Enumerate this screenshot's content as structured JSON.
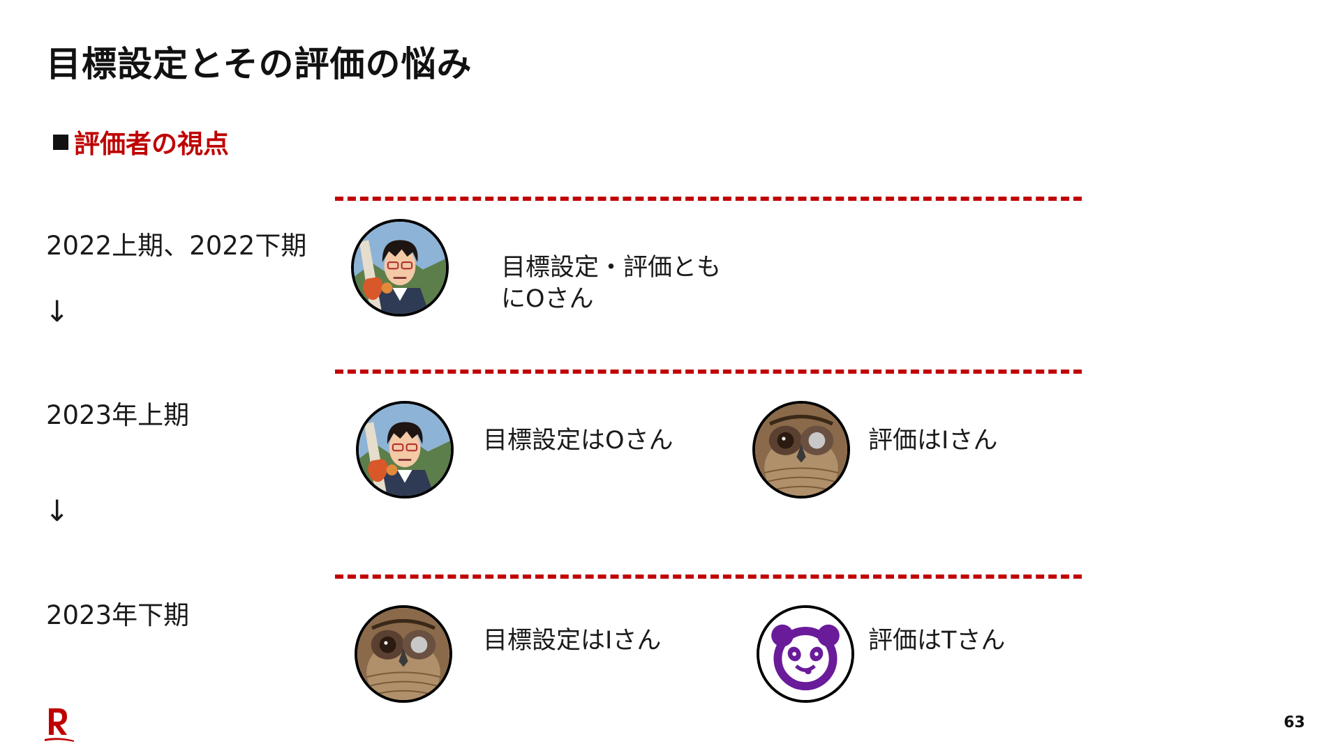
{
  "slide": {
    "title": "目標設定とその評価の悩み",
    "section": "評価者の視点",
    "page_number": "63"
  },
  "rows": [
    {
      "period": "2022上期、2022下期",
      "line1": "目標設定・評価とも",
      "line2": "にOさん"
    },
    {
      "period": "2023年上期",
      "goal": "目標設定はOさん",
      "eval": "評価はIさん"
    },
    {
      "period": "2023年下期",
      "goal": "目標設定はIさん",
      "eval": "評価はTさん"
    }
  ],
  "arrows": [
    "↓",
    "↓"
  ],
  "colors": {
    "accent": "#bf0000",
    "dash": "#c00000",
    "panda": "#6a1b9a"
  },
  "icons": {
    "avatar_o": "guitarist-man-avatar",
    "avatar_i": "owl-avatar",
    "avatar_t": "panda-avatar",
    "logo": "rakuten-r-logo"
  }
}
